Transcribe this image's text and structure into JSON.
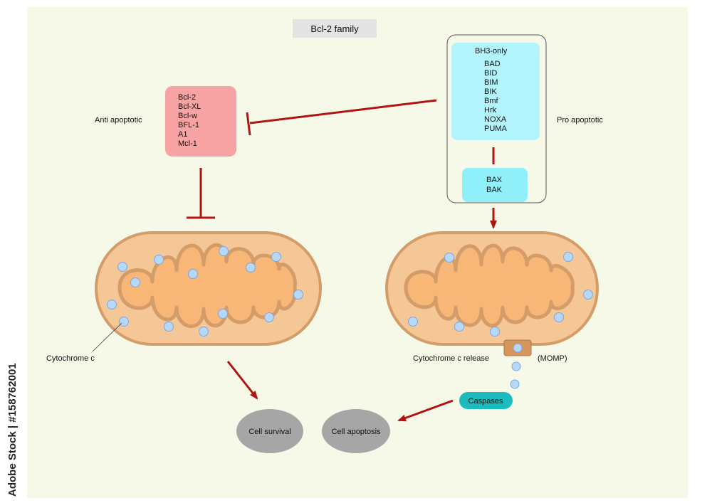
{
  "title": "Bcl-2 family",
  "anti_apoptotic": {
    "label": "Anti apoptotic",
    "items": [
      "Bcl-2",
      "Bcl-XL",
      "Bcl-w",
      "BFL-1",
      "A1",
      "Mcl-1"
    ]
  },
  "pro_apoptotic": {
    "label": "Pro apoptotic",
    "bh3_title": "BH3-only",
    "bh3_items": [
      "BAD",
      "BID",
      "BIM",
      "BIK",
      "Bmf",
      "Hrk",
      "NOXA",
      "PUMA"
    ],
    "effectors": [
      "BAX",
      "BAK"
    ]
  },
  "labels": {
    "cytochrome_c": "Cytochrome c",
    "cytochrome_release": "Cytochrome c release",
    "momp": "(MOMP)",
    "caspases": "Caspases",
    "cell_survival": "Cell survival",
    "cell_apoptosis": "Cell apoptosis"
  },
  "watermark": "Adobe Stock | #158762001",
  "colors": {
    "background": "#f7f9e8",
    "title_box": "#e3e3e3",
    "anti_box": "#f7a3a4",
    "bh3_box": "#b3f3fb",
    "bax_box": "#8ff0fa",
    "caspase_box": "#1bbcbe",
    "arrow": "#b11414",
    "mito_outer": "#f5c796",
    "mito_border": "#d49c69",
    "cytochrome_dot": "#b7d8fb",
    "outcome_oval": "#a6a6a6"
  }
}
